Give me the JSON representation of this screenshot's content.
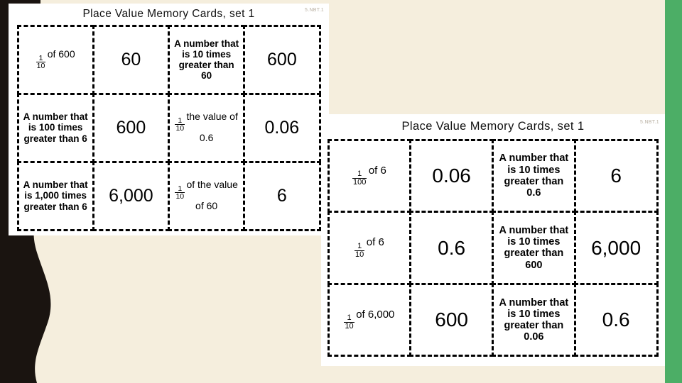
{
  "slide": {
    "background_color": "#F5EEDD",
    "accent_green": "#4CAE66",
    "decor_black": "#1A1410"
  },
  "sheets": [
    {
      "id": "sheet-1",
      "title": "Place Value Memory Cards, set 1",
      "standard_code": "5.NBT.1",
      "columns": 4,
      "rows": 3,
      "cells": [
        {
          "kind": "fraction",
          "numerator": "1",
          "denominator": "10",
          "suffix": "of 600",
          "text": "1/10 of 600"
        },
        {
          "kind": "number",
          "text": "60"
        },
        {
          "kind": "text",
          "text": "A number that is 10 times greater than 60"
        },
        {
          "kind": "number",
          "text": "600"
        },
        {
          "kind": "text",
          "text": "A number that is 100 times greater than 6"
        },
        {
          "kind": "number",
          "text": "600"
        },
        {
          "kind": "fraction",
          "numerator": "1",
          "denominator": "10",
          "suffix": "the value of 0.6",
          "text": "1/10 the value of 0.6"
        },
        {
          "kind": "number",
          "text": "0.06"
        },
        {
          "kind": "text",
          "text": "A number that is 1,000 times greater than 6"
        },
        {
          "kind": "number",
          "text": "6,000"
        },
        {
          "kind": "fraction",
          "numerator": "1",
          "denominator": "10",
          "suffix": "of the value of 60",
          "text": "1/10 of the value of 60"
        },
        {
          "kind": "number",
          "text": "6"
        }
      ]
    },
    {
      "id": "sheet-2",
      "title": "Place Value Memory Cards, set 1",
      "standard_code": "5.NBT.1",
      "columns": 4,
      "rows": 3,
      "cells": [
        {
          "kind": "fraction",
          "numerator": "1",
          "denominator": "100",
          "suffix": "of 6",
          "text": "1/100 of 6"
        },
        {
          "kind": "number",
          "text": "0.06"
        },
        {
          "kind": "text",
          "text": "A number that is 10 times greater than 0.6"
        },
        {
          "kind": "number",
          "text": "6"
        },
        {
          "kind": "fraction",
          "numerator": "1",
          "denominator": "10",
          "suffix": "of 6",
          "text": "1/10 of 6"
        },
        {
          "kind": "number",
          "text": "0.6"
        },
        {
          "kind": "text",
          "text": "A number that is 10 times greater than 600"
        },
        {
          "kind": "number",
          "text": "6,000"
        },
        {
          "kind": "fraction",
          "numerator": "1",
          "denominator": "10",
          "suffix": "of 6,000",
          "text": "1/10 of 6,000"
        },
        {
          "kind": "number",
          "text": "600"
        },
        {
          "kind": "text",
          "text": "A number that is 10 times greater than 0.06"
        },
        {
          "kind": "number",
          "text": "0.6"
        }
      ]
    }
  ]
}
